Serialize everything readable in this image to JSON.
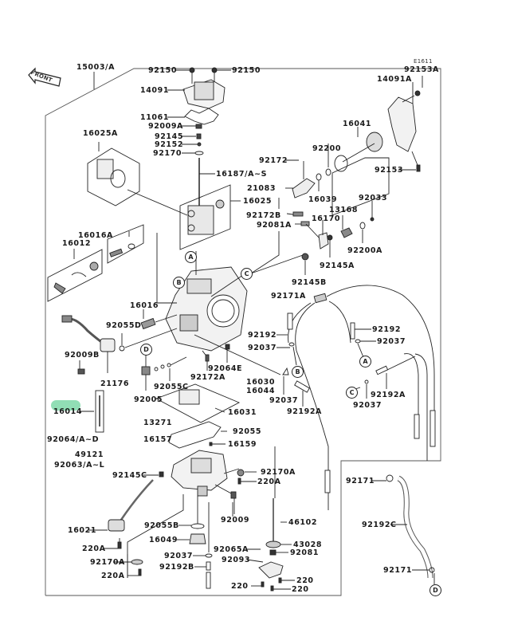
{
  "diagram": {
    "code": "E1611",
    "front_label": "FRONT",
    "assembly_label": "15003/A",
    "colors": {
      "line": "#222222",
      "frame": "#555555",
      "highlight": "#7ed8a8"
    },
    "labels": {
      "l92150a": "92150",
      "l92150b": "92150",
      "l14091": "14091",
      "l11061": "11061",
      "l92009A": "92009A",
      "l92145": "92145",
      "l92152": "92152",
      "l92170": "92170",
      "l16187": "16187/A~S",
      "l16025A": "16025A",
      "l16025": "16025",
      "l92153A": "92153A",
      "l14091A": "14091A",
      "l16041": "16041",
      "l92200": "92200",
      "l92172": "92172",
      "l21083": "21083",
      "l16039": "16039",
      "l92153": "92153",
      "l92033": "92033",
      "l13168": "13168",
      "l16170": "16170",
      "l92172B": "92172B",
      "l92081A": "92081A",
      "l92200A": "92200A",
      "l92145A": "92145A",
      "l92145B": "92145B",
      "l16016A": "16016A",
      "l16012": "16012",
      "l16016": "16016",
      "l92055D": "92055D",
      "l92009B": "92009B",
      "l21176": "21176",
      "l92171A": "92171A",
      "l92192a": "92192",
      "l92037a": "92037",
      "l92192b": "92192",
      "l92037b": "92037",
      "l92064E": "92064E",
      "l92172A": "92172A",
      "l92055C": "92055C",
      "l16030": "16030",
      "l16044": "16044",
      "l92005": "92005",
      "l92037c": "92037",
      "l92192A_mid": "92192A",
      "l92192A": "92192A",
      "l92037d": "92037",
      "l16014": "16014",
      "l13271": "13271",
      "l16031": "16031",
      "l92064": "92064/A~D",
      "l16157": "16157",
      "l92055": "92055",
      "l16159": "16159",
      "l49121": "49121",
      "l92063": "92063/A~L",
      "l92145C": "92145C",
      "l92170A": "92170A",
      "l220A_top": "220A",
      "l92171a": "92171",
      "l92192C": "92192C",
      "l92171b": "92171",
      "l92009": "92009",
      "l46102": "46102",
      "l16021": "16021",
      "l92055B": "92055B",
      "l16049": "16049",
      "l43028": "43028",
      "l220A_a": "220A",
      "l92065A": "92065A",
      "l92081": "92081",
      "l92037e": "92037",
      "l92093": "92093",
      "l92170A_b": "92170A",
      "l92192B": "92192B",
      "l220a": "220",
      "l220b": "220",
      "l220c": "220",
      "l220A_b": "220A"
    },
    "callouts": {
      "a1": "A",
      "b1": "B",
      "c1": "C",
      "d1": "D",
      "b2": "B",
      "a2": "A",
      "c2": "C",
      "d2": "D"
    }
  }
}
